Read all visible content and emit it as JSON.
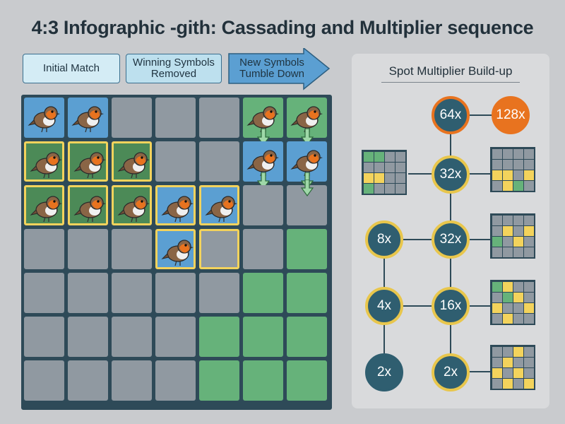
{
  "title": "4:3 Infographic -gith: Cassading and Multiplier sequence",
  "steps": [
    {
      "label": "Initial Match"
    },
    {
      "label": "Winning Symbols Removed"
    },
    {
      "label": "New Symbols Tumble Down"
    }
  ],
  "panel": {
    "title": "Spot Multiplier Build-up",
    "nodes": [
      {
        "label": "64x"
      },
      {
        "label": "128x"
      },
      {
        "label": "32x"
      },
      {
        "label": "8x"
      },
      {
        "label": "32x"
      },
      {
        "label": "4x"
      },
      {
        "label": "16x"
      },
      {
        "label": "2x"
      },
      {
        "label": "2x"
      }
    ]
  },
  "colors": {
    "highlight": "#f3d35c",
    "multiplier_ring": "#e8c64c",
    "multiplier_max": "#e8731f",
    "cell_blue": "#5b9fd2",
    "cell_green": "#66b27a",
    "cell_gray": "#9099a1"
  },
  "icons": [
    "robin-bird-icon",
    "down-arrow-icon"
  ]
}
